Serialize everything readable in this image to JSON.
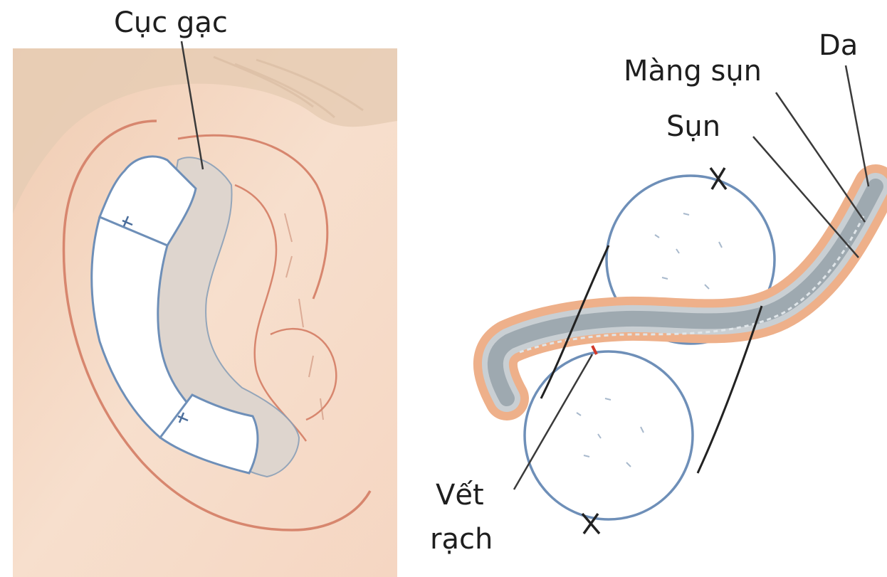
{
  "labels": {
    "gauze": "Cục gạc",
    "skin": "Da",
    "perichondrium": "Màng sụn",
    "cartilage": "Sụn",
    "incision_line1": "Vết",
    "incision_line2": "rạch"
  },
  "colors": {
    "skin_tone": "#f6dcc8",
    "hair": "#e2c8ae",
    "ear_outline": "#d7866e",
    "gauze_fill": "#ffffff",
    "gauze_outline": "#6e8fb8",
    "shadow_gauze": "#d9d2cc",
    "dermis": "#eeb08a",
    "cartilage_band": "#9ea9b0",
    "leader_line": "#3a3a3a"
  }
}
